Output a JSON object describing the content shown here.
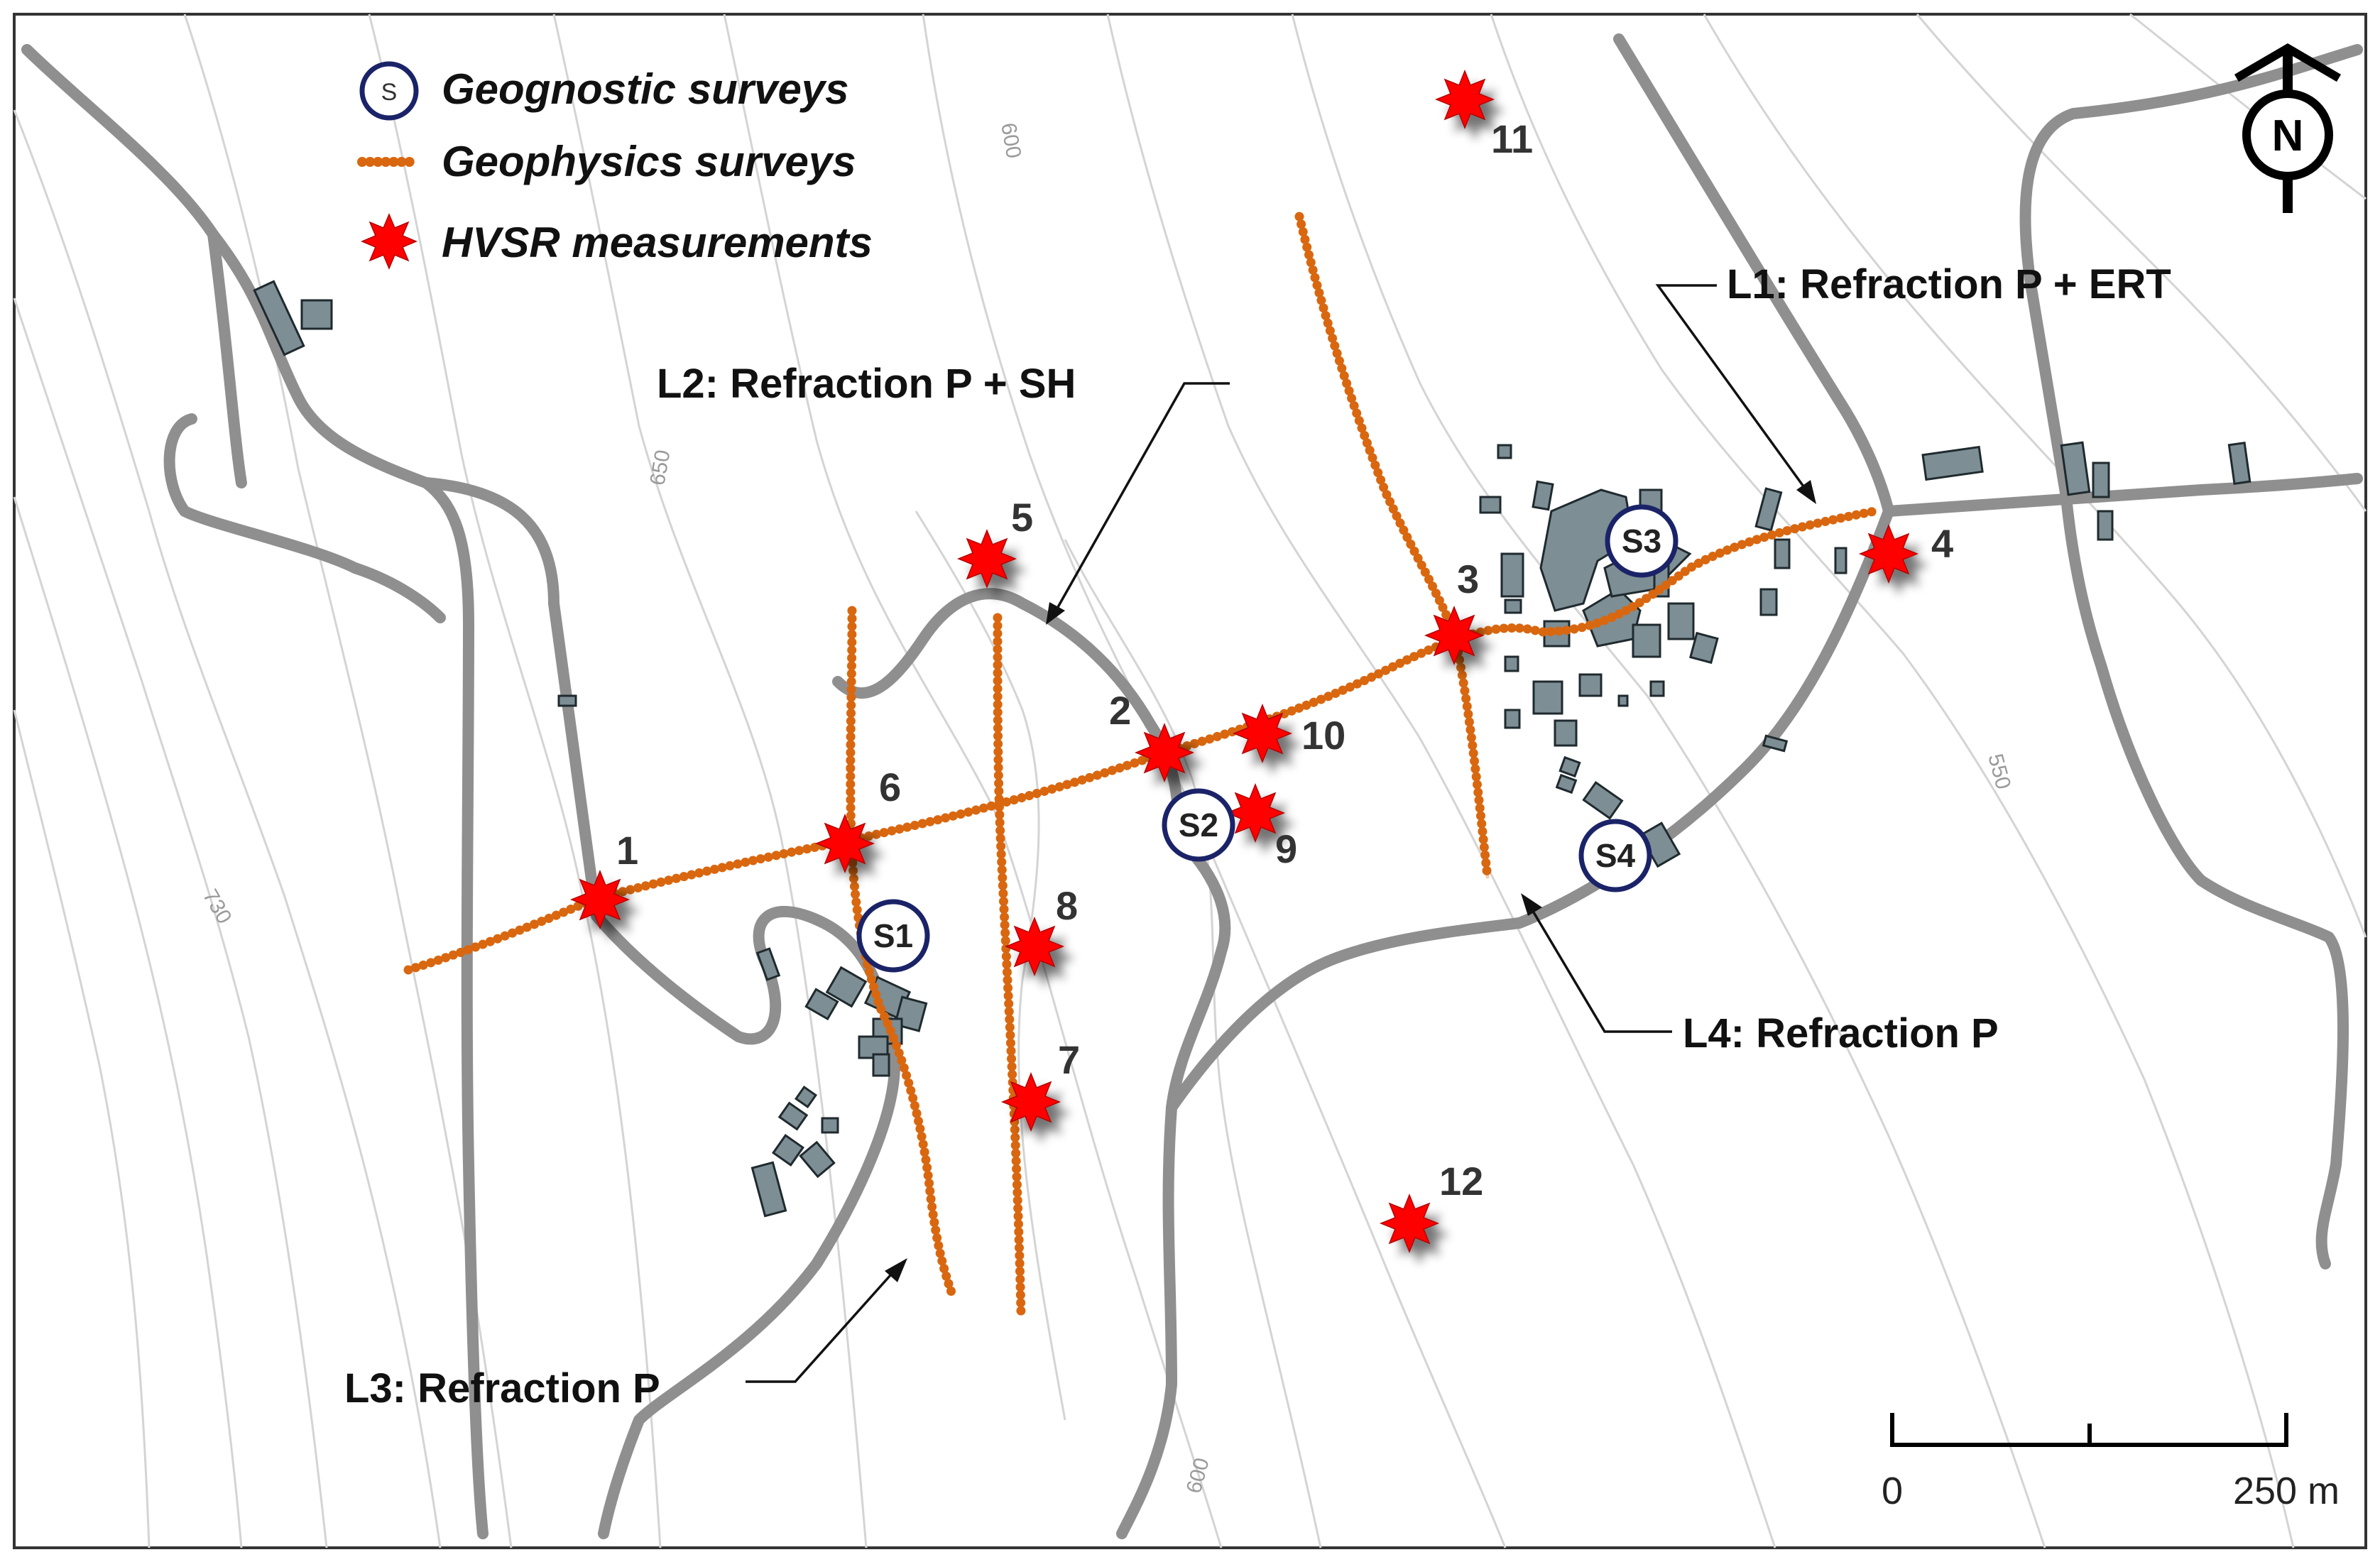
{
  "legend": {
    "geognostic": {
      "symbol": "S",
      "label": "Geognostic surveys"
    },
    "geophysics": {
      "label": "Geophysics surveys"
    },
    "hvsr": {
      "label": "HVSR measurements"
    }
  },
  "contour_labels": [
    "600",
    "650",
    "730",
    "550",
    "600"
  ],
  "line_labels": {
    "l1": "L1: Refraction P + ERT",
    "l2": "L2: Refraction P + SH",
    "l3": "L3: Refraction P",
    "l4": "L4: Refraction P"
  },
  "hvsr_points": [
    "1",
    "2",
    "3",
    "4",
    "5",
    "6",
    "7",
    "8",
    "9",
    "10",
    "11",
    "12"
  ],
  "geognostic_points": [
    "S1",
    "S2",
    "S3",
    "S4"
  ],
  "north_arrow": {
    "label": "N"
  },
  "scale_bar": {
    "start": "0",
    "end": "250 m"
  },
  "colors": {
    "road": "#8f8f8f",
    "building": "#7d8e95",
    "geophysics": "#d9670f",
    "hvsr": "#ff0000",
    "survey_circle": "#1b2368",
    "contour": "#d4d4d4"
  }
}
